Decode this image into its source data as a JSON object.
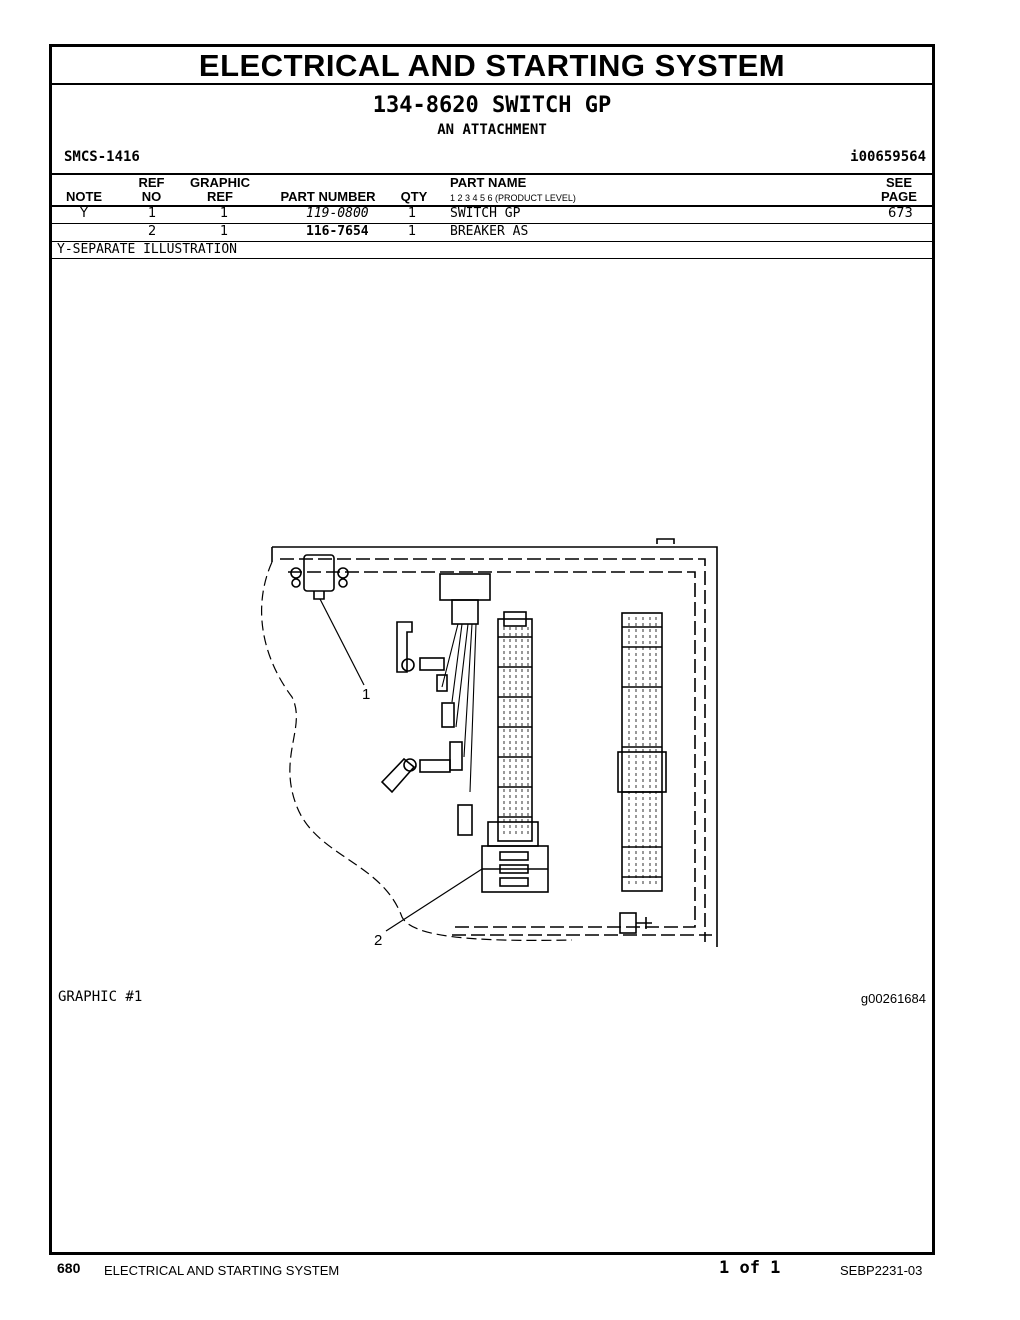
{
  "page_title": "ELECTRICAL AND STARTING SYSTEM",
  "group": {
    "part_number": "134-8620",
    "name": "SWITCH GP",
    "subtitle": "AN ATTACHMENT"
  },
  "smcs": "SMCS-1416",
  "illustration_id": "i00659564",
  "table": {
    "headers": {
      "note": "NOTE",
      "ref_top": "REF",
      "ref_bottom": "NO",
      "graphic_top": "GRAPHIC",
      "graphic_bottom": "REF",
      "part_number": "PART NUMBER",
      "qty": "QTY",
      "part_name": "PART NAME",
      "product_level": "1    2    3    4    5    6    (PRODUCT LEVEL)",
      "see_top": "SEE",
      "see_bottom": "PAGE"
    },
    "rows": [
      {
        "note": "Y",
        "ref_no": "1",
        "graphic_ref": "1",
        "part_number": "119-0800",
        "qty": "1",
        "part_name": "SWITCH GP",
        "see_page": "673"
      },
      {
        "note": "",
        "ref_no": "2",
        "graphic_ref": "1",
        "part_number": "116-7654",
        "qty": "1",
        "part_name": "BREAKER AS",
        "see_page": ""
      }
    ],
    "note_text": "Y-SEPARATE ILLUSTRATION"
  },
  "graphic": {
    "caption": "GRAPHIC #1",
    "image_id": "g00261684",
    "callouts": [
      "1",
      "2"
    ]
  },
  "footer": {
    "page_number": "680",
    "section": "ELECTRICAL AND STARTING SYSTEM",
    "page_of": "1 of 1",
    "doc_number": "SEBP2231-03"
  }
}
